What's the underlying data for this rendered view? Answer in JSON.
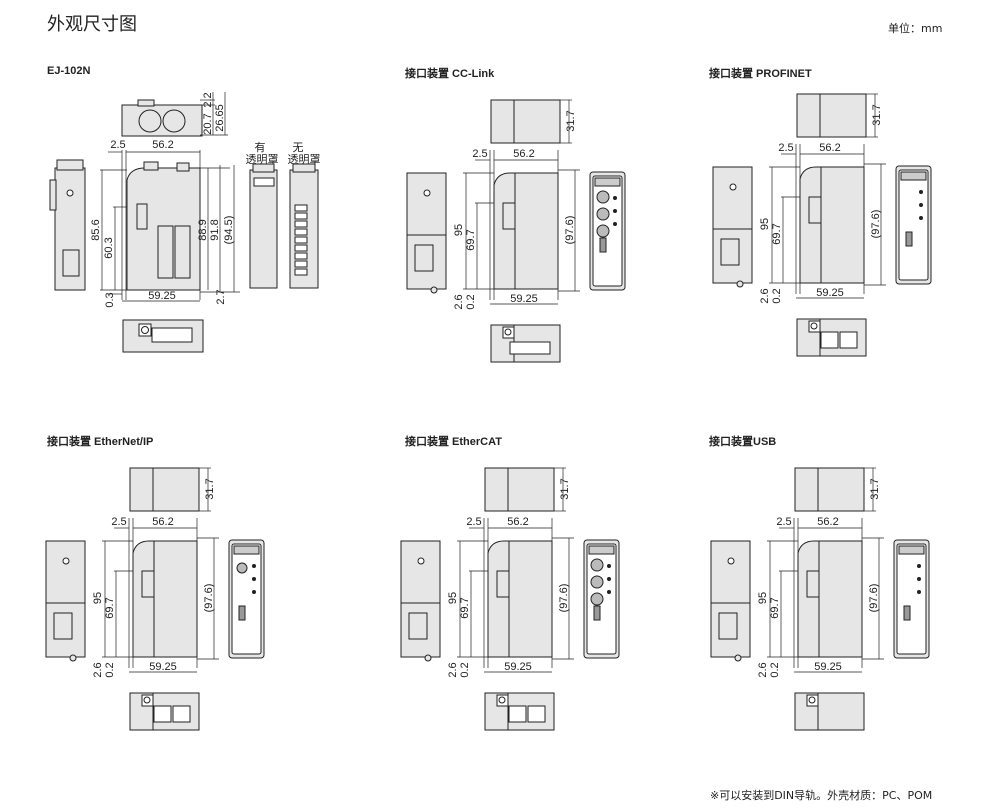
{
  "page": {
    "title": "外观尺寸图",
    "unit": "单位：mm",
    "footnote": "※可以安装到DIN导轨。外壳材质：PC、POM"
  },
  "panels": [
    {
      "title": "EJ-102N",
      "dims": {
        "top_a": "2.2",
        "top_b": "20.7",
        "top_c": "26.65",
        "offset": "2.5",
        "width": "56.2",
        "h1": "85.6",
        "h2": "60.3",
        "bottom_gap": "0.3",
        "base": "59.25",
        "r1": "88.9",
        "r2": "91.8",
        "r3": "(94.5)",
        "r_bottom": "2.7"
      },
      "labels": {
        "with_cover_1": "有",
        "with_cover_2": "透明罩",
        "without_cover_1": "无",
        "without_cover_2": "透明罩"
      }
    },
    {
      "title": "接口装置 CC-Link",
      "dims": {
        "depth": "31.7",
        "offset": "2.5",
        "width": "56.2",
        "h1": "95",
        "h2": "69.7",
        "h3": "(97.6)",
        "b1": "2.6",
        "b2": "0.2",
        "base": "59.25"
      }
    },
    {
      "title": "接口装置 PROFINET",
      "dims": {
        "depth": "31.7",
        "offset": "2.5",
        "width": "56.2",
        "h1": "95",
        "h2": "69.7",
        "h3": "(97.6)",
        "b1": "2.6",
        "b2": "0.2",
        "base": "59.25"
      }
    },
    {
      "title": "接口装置 EtherNet/IP",
      "dims": {
        "depth": "31.7",
        "offset": "2.5",
        "width": "56.2",
        "h1": "95",
        "h2": "69.7",
        "h3": "(97.6)",
        "b1": "2.6",
        "b2": "0.2",
        "base": "59.25"
      }
    },
    {
      "title": "接口装置 EtherCAT",
      "dims": {
        "depth": "31.7",
        "offset": "2.5",
        "width": "56.2",
        "h1": "95",
        "h2": "69.7",
        "h3": "(97.6)",
        "b1": "2.6",
        "b2": "0.2",
        "base": "59.25"
      }
    },
    {
      "title": "接口装置USB",
      "dims": {
        "depth": "31.7",
        "offset": "2.5",
        "width": "56.2",
        "h1": "95",
        "h2": "69.7",
        "h3": "(97.6)",
        "b1": "2.6",
        "b2": "0.2",
        "base": "59.25"
      }
    }
  ]
}
